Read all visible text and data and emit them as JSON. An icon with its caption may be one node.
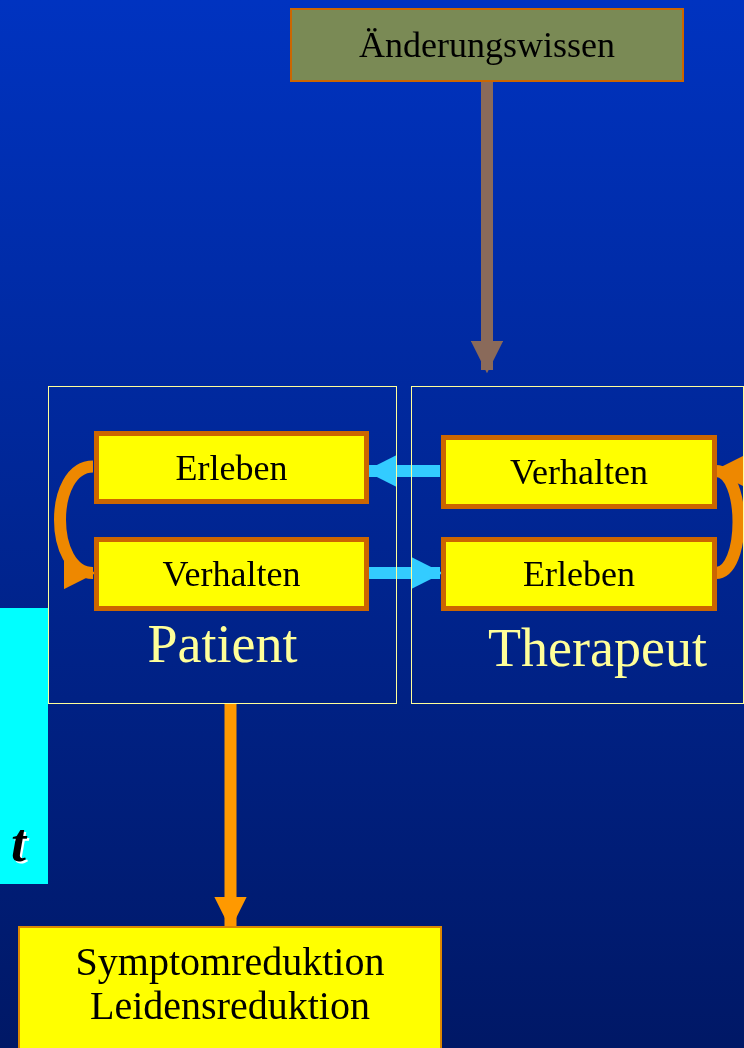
{
  "diagram": {
    "nodes": [
      {
        "text": [
          "Änderungswissen"
        ]
      },
      {
        "text": [
          "Patient"
        ]
      },
      {
        "text": [
          "Erleben"
        ],
        "in": 1
      },
      {
        "text": [
          "Verhalten"
        ],
        "in": 1
      },
      {
        "text": [
          "Therapeut"
        ]
      },
      {
        "text": [
          "Verhalten"
        ],
        "in": 4
      },
      {
        "text": [
          "Erleben"
        ],
        "in": 4
      },
      {
        "text": [
          "t"
        ]
      },
      {
        "text": [
          "Symptomreduktion Leidensreduktion"
        ]
      }
    ],
    "edges": [
      {
        "from": 0,
        "to": 4,
        "arrow": "to",
        "color": "#8a6a5a"
      },
      {
        "from": 5,
        "to": 2,
        "arrow": "to",
        "color": "#33ccff"
      },
      {
        "from": 3,
        "to": 6,
        "arrow": "to",
        "color": "#33ccff"
      },
      {
        "from": 2,
        "to": 3,
        "arrow": "to",
        "color": "#ee8800"
      },
      {
        "from": 6,
        "to": 5,
        "arrow": "to",
        "color": "#ee8800"
      },
      {
        "from": 1,
        "to": 8,
        "arrow": "to",
        "color": "#ff9900"
      }
    ]
  }
}
